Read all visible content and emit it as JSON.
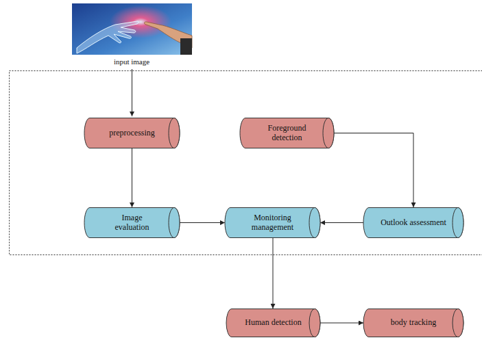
{
  "diagram": {
    "nodes": [
      {
        "text": [
          "preprocessing"
        ]
      },
      {
        "text": [
          "Foreground detection"
        ]
      },
      {
        "text": [
          "Image evaluation"
        ]
      },
      {
        "text": [
          "Monitoring management"
        ]
      },
      {
        "text": [
          "Outlook assessment"
        ]
      },
      {
        "text": [
          "Human detection"
        ]
      },
      {
        "text": [
          "body tracking"
        ]
      }
    ],
    "edges": [
      {
        "from": 0,
        "to": 2,
        "arrow": "to"
      },
      {
        "from": 1,
        "to": 4,
        "arrow": "to"
      },
      {
        "from": 2,
        "to": 3,
        "arrow": "to"
      },
      {
        "from": 4,
        "to": 3,
        "arrow": "to"
      },
      {
        "from": 3,
        "to": 5,
        "arrow": "to"
      },
      {
        "from": 5,
        "to": 6,
        "arrow": "to"
      }
    ],
    "labels": [
      "input image"
    ]
  }
}
